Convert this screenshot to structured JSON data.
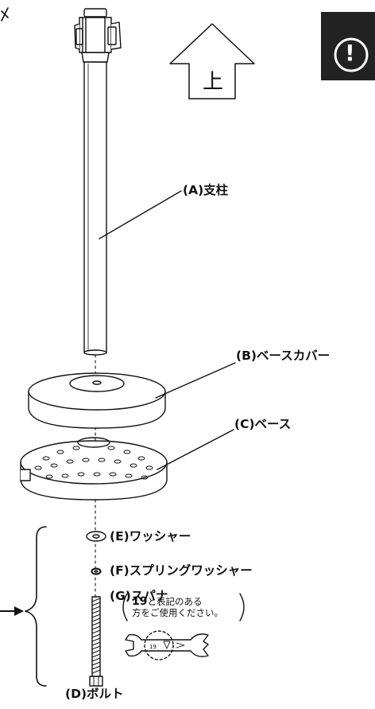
{
  "arrow": {
    "label": "上"
  },
  "parts": {
    "pole": "(A)支柱",
    "base_cover": "(B)ベースカバー",
    "base": "(C)ベース",
    "washer": "(E)ワッシャー",
    "spring_washer": "(F)スプリングワッシャー",
    "spanner": "(G)スパナ",
    "bolt": "(D)ボルト"
  },
  "spanner_note": {
    "size": "19",
    "line1": "と表記のある",
    "line2": "方をご使用ください。"
  },
  "warning": {
    "symbol": "!"
  },
  "colors": {
    "ink": "#111111",
    "warning_bg": "#222222",
    "paper": "#ffffff"
  }
}
